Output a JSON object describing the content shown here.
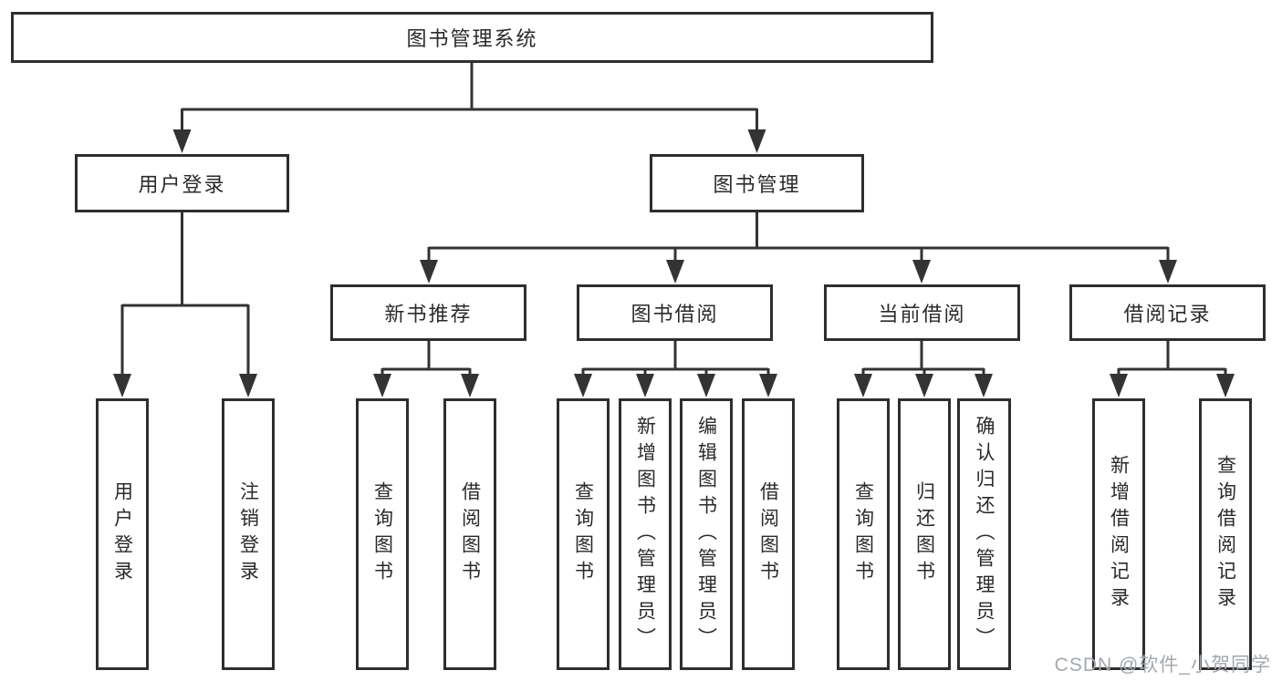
{
  "colors": {
    "line": "#333333",
    "box_border": "#2e2e2e",
    "box_fill": "#ffffff",
    "text": "#2a2a2a",
    "watermark": "#a3a8ad"
  },
  "watermark": {
    "text": "CSDN @软件_小贺同学"
  },
  "tree": {
    "label": "图书管理系统",
    "children": [
      {
        "label": "用户登录",
        "children": [
          {
            "label": "用户登录"
          },
          {
            "label": "注销登录"
          }
        ]
      },
      {
        "label": "图书管理",
        "children": [
          {
            "label": "新书推荐",
            "children": [
              {
                "label": "查询图书"
              },
              {
                "label": "借阅图书"
              }
            ]
          },
          {
            "label": "图书借阅",
            "children": [
              {
                "label": "查询图书"
              },
              {
                "label": "新增图书（管理员）"
              },
              {
                "label": "编辑图书（管理员）"
              },
              {
                "label": "借阅图书"
              }
            ]
          },
          {
            "label": "当前借阅",
            "children": [
              {
                "label": "查询图书"
              },
              {
                "label": "归还图书"
              },
              {
                "label": "确认归还（管理员）"
              }
            ]
          },
          {
            "label": "借阅记录",
            "children": [
              {
                "label": "新增借阅记录"
              },
              {
                "label": "查询借阅记录"
              }
            ]
          }
        ]
      }
    ]
  }
}
